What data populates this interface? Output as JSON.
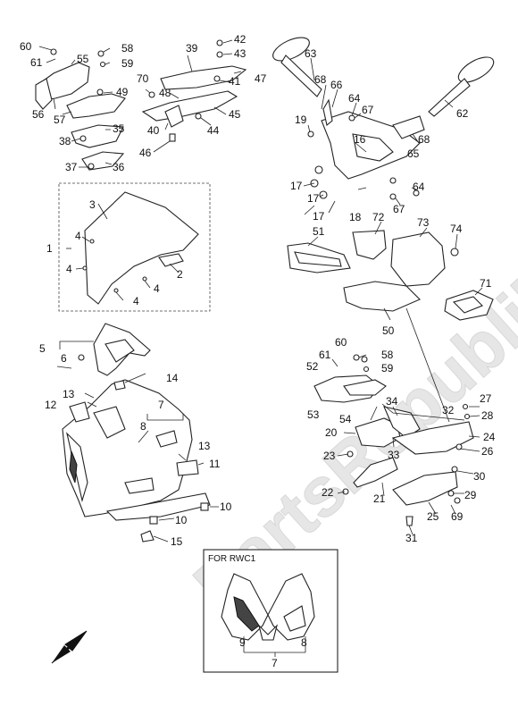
{
  "watermark": "PartsRepublik",
  "inset": {
    "title": "FOR RWC1"
  },
  "colors": {
    "line": "#222222",
    "watermark": "#e6e6e6",
    "fill": "#ffffff"
  },
  "icons": {
    "direction": "arrow-icon"
  },
  "labels": {
    "l60": "60",
    "l55": "55",
    "l61": "61",
    "l56": "56",
    "l57": "57",
    "l58a": "58",
    "l59a": "59",
    "l49": "49",
    "l35": "35",
    "l38": "38",
    "l37": "37",
    "l36": "36",
    "l39": "39",
    "l42": "42",
    "l43": "43",
    "l47": "47",
    "l70": "70",
    "l48": "48",
    "l41": "41",
    "l45": "45",
    "l40": "40",
    "l44": "44",
    "l46": "46",
    "l63": "63",
    "l62": "62",
    "l68a": "68",
    "l66": "66",
    "l64a": "64",
    "l67a": "67",
    "l19": "19",
    "l16": "16",
    "l65": "65",
    "l68b": "68",
    "l17a": "17",
    "l17b": "17",
    "l17c": "17",
    "l18": "18",
    "l64b": "64",
    "l67b": "67",
    "l72": "72",
    "l73": "73",
    "l74": "74",
    "l51": "51",
    "l71": "71",
    "l50": "50",
    "l3": "3",
    "l1": "1",
    "l4a": "4",
    "l4b": "4",
    "l4c": "4",
    "l4d": "4",
    "l2": "2",
    "l5": "5",
    "l6": "6",
    "l14": "14",
    "l13a": "13",
    "l12": "12",
    "l7a": "7",
    "l8a": "8",
    "l13b": "13",
    "l11": "11",
    "l10a": "10",
    "l10b": "10",
    "l15": "15",
    "l60b": "60",
    "l58b": "58",
    "l61b": "61",
    "l52": "52",
    "l59b": "59",
    "l53": "53",
    "l34": "34",
    "l54": "54",
    "l20": "20",
    "l23": "23",
    "l22": "22",
    "l21": "21",
    "l33": "33",
    "l32": "32",
    "l27": "27",
    "l28": "28",
    "l24": "24",
    "l26": "26",
    "l30": "30",
    "l29": "29",
    "l25": "25",
    "l69": "69",
    "l31": "31",
    "l9": "9",
    "l8b": "8",
    "l7b": "7"
  }
}
